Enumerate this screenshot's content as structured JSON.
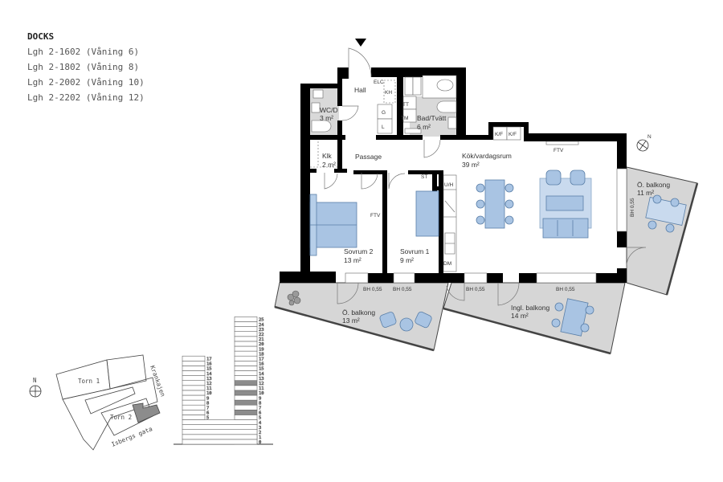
{
  "legend": {
    "title": "DOCKS",
    "apartments": [
      "Lgh 2-1602 (Våning 6)",
      "Lgh 2-1802 (Våning 8)",
      "Lgh 2-2002 (Våning 10)",
      "Lgh 2-2202 (Våning 12)"
    ]
  },
  "rooms": {
    "hall": {
      "name": "Hall"
    },
    "wc": {
      "name": "WC/D",
      "area": "3 m²"
    },
    "bad": {
      "name": "Bad/Tvätt",
      "area": "6 m²"
    },
    "klk": {
      "name": "Klk",
      "area": "2 m²"
    },
    "passage": {
      "name": "Passage"
    },
    "kok": {
      "name": "Kök/vardagsrum",
      "area": "39 m²"
    },
    "sovrum2": {
      "name": "Sovrum 2",
      "area": "13 m²"
    },
    "sovrum1": {
      "name": "Sovrum 1",
      "area": "9 m²"
    },
    "balk_ost_right": {
      "name": "Ö. balkong",
      "area": "11 m²"
    },
    "balk_ost_left": {
      "name": "Ö. balkong",
      "area": "13 m²"
    },
    "balk_ingl": {
      "name": "Ingl. balkong",
      "area": "14 m²"
    }
  },
  "fixtures": {
    "elc": "ELC",
    "kh": "KH",
    "g": "G",
    "l": "L",
    "tt": "TT",
    "tm": "TM",
    "st": "ST",
    "uh": "U/H",
    "dm": "DM",
    "kf1": "K/F",
    "kf2": "K/F",
    "ftv1": "FTV",
    "ftv2": "FTV"
  },
  "window_heights": {
    "w1": "BH 0,55",
    "w2": "BH 0,55",
    "w3": "BH 0,55",
    "w4": "BH 0,55",
    "w5": "BH 0,55"
  },
  "compass": {
    "north_label": "N"
  },
  "site_plan": {
    "north_label": "N",
    "buildings": [
      "Torn 1",
      "Torn 2"
    ],
    "streets": [
      "Krankajen",
      "Isbergs gata"
    ]
  },
  "section": {
    "left_tower_floors": [
      "17",
      "16",
      "15",
      "14",
      "13",
      "12",
      "11",
      "10",
      "9",
      "8",
      "7",
      "6",
      "5"
    ],
    "right_tower_floors": [
      "25",
      "24",
      "23",
      "22",
      "21",
      "20",
      "19",
      "18",
      "17",
      "16",
      "15",
      "14",
      "13",
      "12",
      "11",
      "10",
      "9",
      "8",
      "7",
      "6",
      "5",
      "4",
      "3",
      "2",
      "1",
      "0"
    ],
    "highlighted_floors": [
      "6",
      "8",
      "10",
      "12"
    ]
  },
  "colors": {
    "wall": "#000000",
    "wet_room": "#d9d9d9",
    "balcony": "#d6d6d6",
    "furniture": "#a9c4e3",
    "furniture_stroke": "#5a7fa8",
    "highlight_floor": "#8c8c8c"
  }
}
